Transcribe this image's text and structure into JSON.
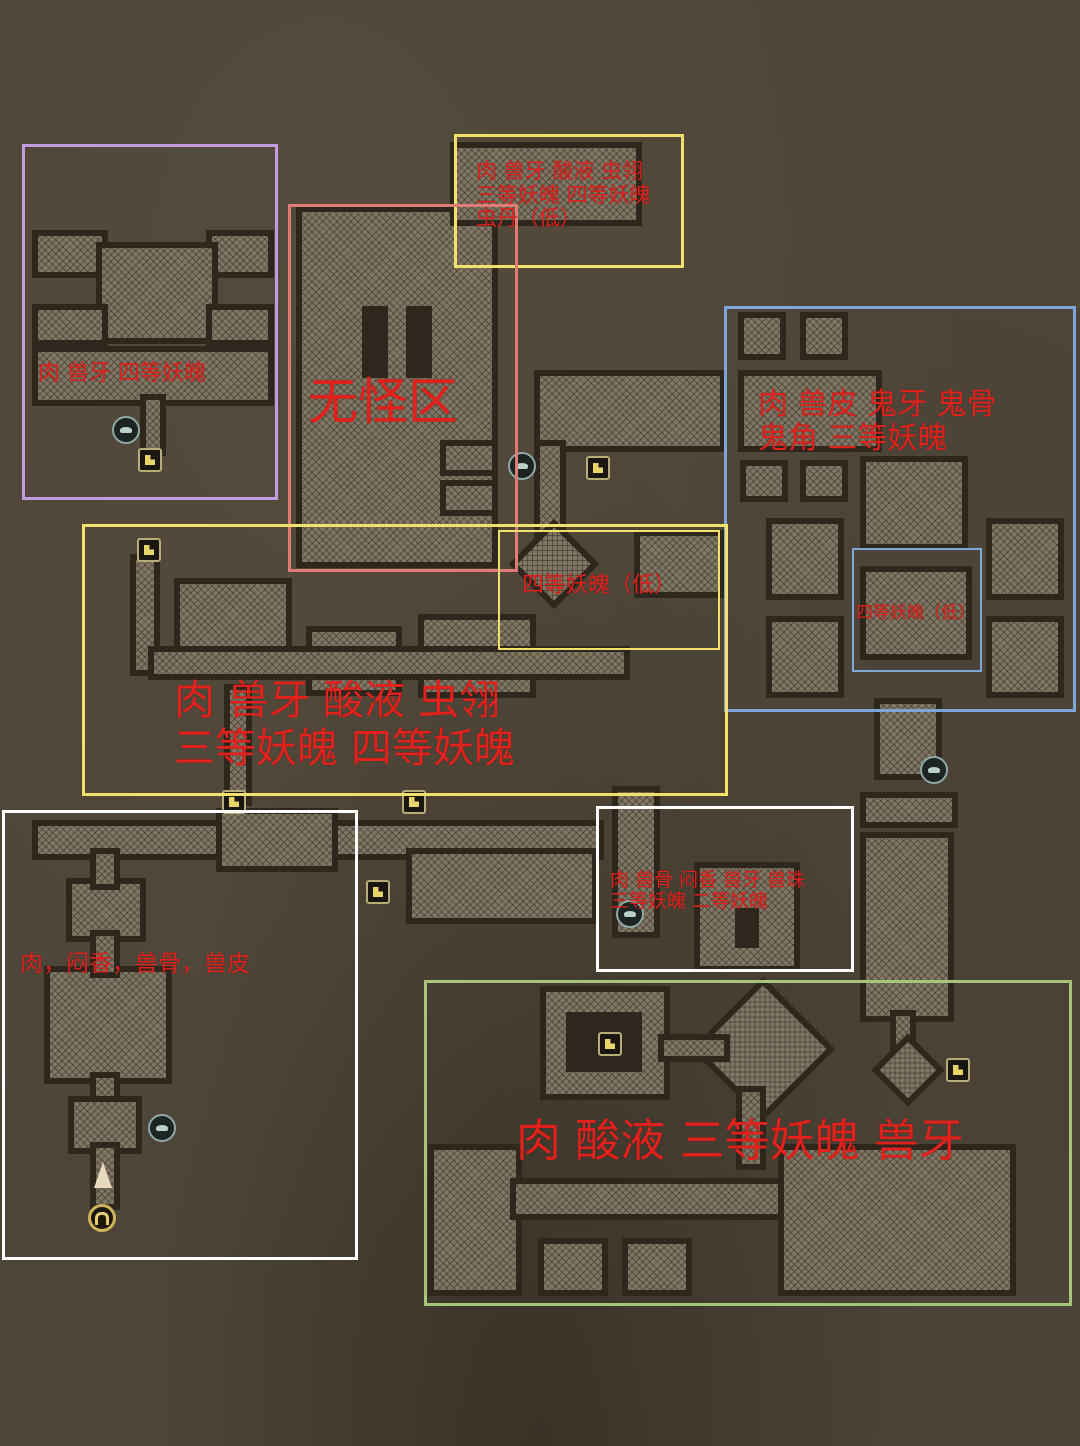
{
  "colors": {
    "label_red": "#e2201c",
    "zone_purple": "#c49ae0",
    "zone_yellow": "#f1e06a",
    "zone_pink": "#e07b76",
    "zone_blue": "#7ea6d6",
    "zone_white": "#ffffff",
    "zone_green": "#a6c47a",
    "floor": "#7f7664",
    "wall": "#2e271d"
  },
  "zones": [
    {
      "id": "purple",
      "label": "肉 兽牙 四等妖魄"
    },
    {
      "id": "yellow-top",
      "label": "肉 兽牙 酸液 虫翎\n三等妖魄 四等妖魄\n虫丹（低）"
    },
    {
      "id": "pink",
      "label": "无怪区"
    },
    {
      "id": "blue-large",
      "label": "肉 兽皮 鬼牙 鬼骨\n鬼角 三等妖魄"
    },
    {
      "id": "blue-small",
      "label": "四等妖魄（低）"
    },
    {
      "id": "yellow-large",
      "label": "肉 兽牙 酸液 虫翎\n三等妖魄 四等妖魄"
    },
    {
      "id": "yellow-small",
      "label": "四等妖魄（低）"
    },
    {
      "id": "white-left",
      "label": "肉，闷香，兽骨，兽皮"
    },
    {
      "id": "white-mid",
      "label": "肉 兽骨 闷香 兽牙 兽珠\n三等妖魄 二等妖魄"
    },
    {
      "id": "green",
      "label": "肉 酸液 三等妖魄 兽牙"
    }
  ],
  "icons": {
    "chest": "chest-icon",
    "portal": "portal-icon",
    "start": "start-point-icon",
    "player": "player-marker-icon"
  }
}
